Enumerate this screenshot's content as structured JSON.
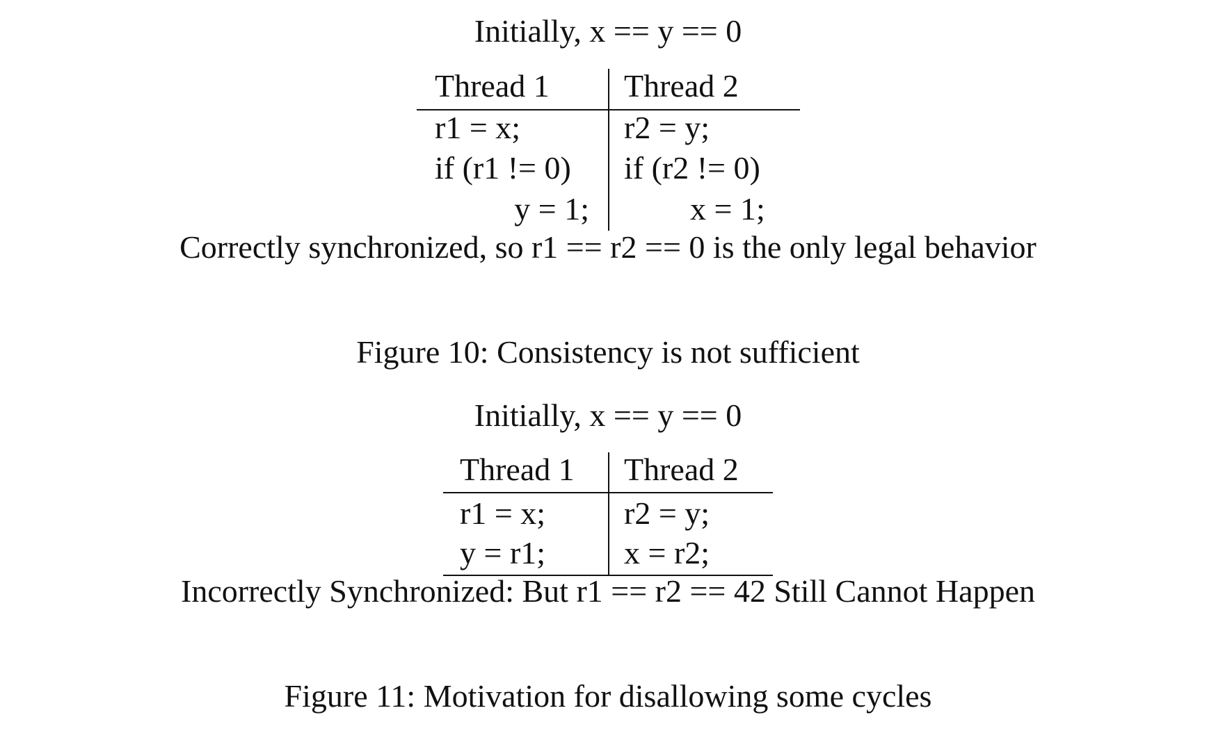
{
  "figure10": {
    "initial": "Initially, x == y == 0",
    "headers": [
      "Thread 1",
      "Thread 2"
    ],
    "thread1": [
      "r1 = x;",
      "if (r1 != 0)",
      "y = 1;"
    ],
    "thread2": [
      "r2 = y;",
      "if (r2 != 0)",
      "x = 1;"
    ],
    "note": "Correctly synchronized, so r1 == r2 == 0 is the only legal behavior",
    "caption": "Figure 10: Consistency is not sufficient"
  },
  "figure11": {
    "initial": "Initially, x == y == 0",
    "headers": [
      "Thread 1",
      "Thread 2"
    ],
    "thread1": [
      "r1 = x;",
      "y = r1;"
    ],
    "thread2": [
      "r2 = y;",
      "x = r2;"
    ],
    "note": "Incorrectly Synchronized: But r1 == r2 == 42 Still Cannot Happen",
    "caption": "Figure 11: Motivation for disallowing some cycles"
  }
}
